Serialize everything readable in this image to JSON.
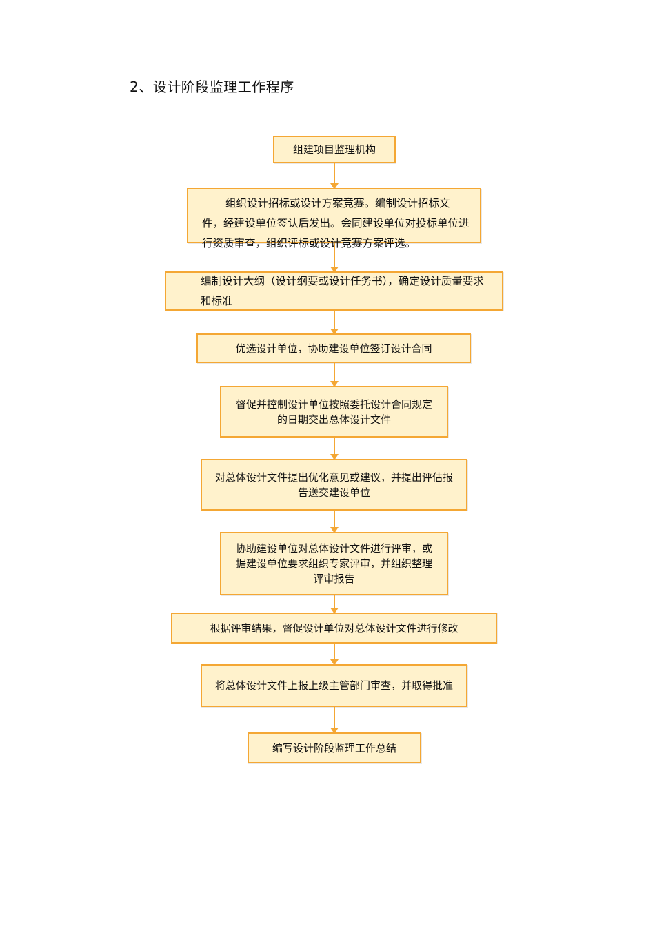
{
  "heading": "2、设计阶段监理工作程序",
  "steps": [
    "组建项目监理机构",
    "组织设计招标或设计方案竞赛。编制设计招标文件，经建设单位签认后发出。会同建设单位对投标单位进行资质审查，组织评标或设计竞赛方案评选。",
    "编制设计大纲（设计纲要或设计任务书），确定设计质量要求和标准",
    "优选设计单位，协助建设单位签订设计合同",
    "督促并控制设计单位按照委托设计合同规定的日期交出总体设计文件",
    "对总体设计文件提出优化意见或建议，并提出评估报告送交建设单位",
    "协助建设单位对总体设计文件进行评审，或据建设单位要求组织专家评审，并组织整理评审报告",
    "根据评审结果，督促设计单位对总体设计文件进行修改",
    "将总体设计文件上报上级主管部门审查，并取得批准",
    "编写设计阶段监理工作总结"
  ],
  "colors": {
    "box_fill": "#fff2cc",
    "box_border": "#f4a734",
    "arrow": "#f4a734"
  }
}
